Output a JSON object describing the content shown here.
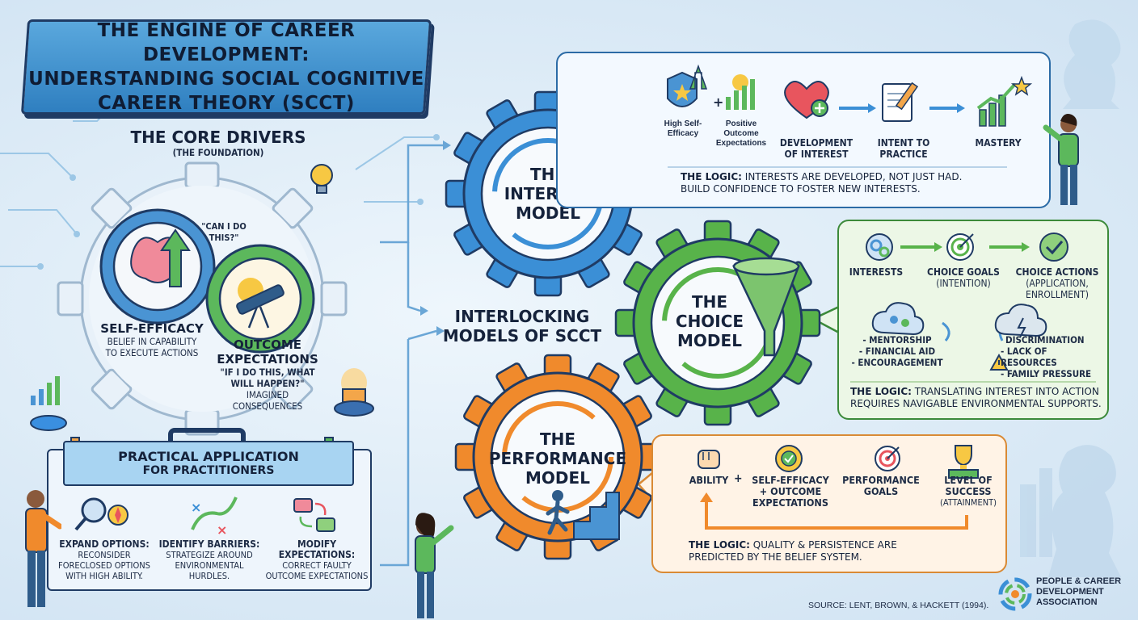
{
  "title": {
    "line1": "THE ENGINE OF CAREER DEVELOPMENT:",
    "line2": "UNDERSTANDING SOCIAL COGNITIVE",
    "line3": "CAREER THEORY (SCCT)"
  },
  "core_drivers": {
    "heading": "THE CORE DRIVERS",
    "subheading": "(THE FOUNDATION)",
    "self_efficacy": {
      "quote": "\"CAN I DO THIS?\"",
      "label": "SELF-EFFICACY",
      "desc_line1": "BELIEF IN CAPABILITY",
      "desc_line2": "TO EXECUTE ACTIONS"
    },
    "outcome": {
      "label_line1": "OUTCOME",
      "label_line2": "EXPECTATIONS",
      "quote_line1": "\"IF I DO THIS, WHAT",
      "quote_line2": "WILL HAPPEN?\"",
      "desc_line1": "IMAGINED",
      "desc_line2": "CONSEQUENCES"
    }
  },
  "center_label": {
    "line1": "INTERLOCKING",
    "line2": "MODELS OF SCCT"
  },
  "interest_model": {
    "gear_line1": "THE",
    "gear_line2": "INTEREST",
    "gear_line3": "MODEL",
    "high_self_efficacy": "High Self-Efficacy",
    "plus": "+",
    "positive_outcome": "Positive Outcome Expectations",
    "development_line1": "DEVELOPMENT",
    "development_line2": "OF INTEREST",
    "intent_line1": "INTENT TO",
    "intent_line2": "PRACTICE",
    "mastery": "MASTERY",
    "logic_label": "THE LOGIC:",
    "logic_line1": "INTERESTS ARE DEVELOPED, NOT JUST HAD.",
    "logic_line2": "BUILD CONFIDENCE TO FOSTER NEW INTERESTS."
  },
  "choice_model": {
    "gear_line1": "THE",
    "gear_line2": "CHOICE",
    "gear_line3": "MODEL",
    "interests": "INTERESTS",
    "goals_line1": "CHOICE GOALS",
    "goals_line2": "(INTENTION)",
    "actions_line1": "CHOICE ACTIONS",
    "actions_line2": "(APPLICATION,",
    "actions_line3": "ENROLLMENT)",
    "supports": [
      "- MENTORSHIP",
      "- FINANCIAL AID",
      "- ENCOURAGEMENT"
    ],
    "barriers": [
      "DISCRIMINATION",
      "- LACK OF RESOURCES",
      "- FAMILY PRESSURE"
    ],
    "logic_label": "THE LOGIC:",
    "logic_line1": "TRANSLATING INTEREST INTO ACTION",
    "logic_line2": "REQUIRES NAVIGABLE ENVIRONMENTAL SUPPORTS."
  },
  "performance_model": {
    "gear_line1": "THE",
    "gear_line2": "PERFORMANCE",
    "gear_line3": "MODEL",
    "ability": "ABILITY",
    "plus": "+",
    "efficacy_line1": "SELF-EFFICACY",
    "efficacy_line2": "+ OUTCOME",
    "efficacy_line3": "EXPECTATIONS",
    "goals_line1": "PERFORMANCE",
    "goals_line2": "GOALS",
    "success_line1": "LEVEL OF",
    "success_line2": "SUCCESS",
    "success_line3": "(ATTAINMENT)",
    "logic_label": "THE LOGIC:",
    "logic_line1": "QUALITY & PERSISTENCE ARE",
    "logic_line2": "PREDICTED BY THE BELIEF SYSTEM."
  },
  "practical": {
    "header_line1": "PRACTICAL APPLICATION",
    "header_line2": "FOR PRACTITIONERS",
    "items": [
      {
        "title": "EXPAND OPTIONS:",
        "lines": [
          "RECONSIDER",
          "FORECLOSED OPTIONS",
          "WITH HIGH ABILITY."
        ]
      },
      {
        "title": "IDENTIFY BARRIERS:",
        "lines": [
          "STRATEGIZE AROUND",
          "ENVIRONMENTAL",
          "HURDLES."
        ]
      },
      {
        "title": "MODIFY",
        "lines": [
          "EXPECTATIONS:",
          "CORRECT FAULTY",
          "OUTCOME EXPECTATIONS"
        ]
      }
    ]
  },
  "footer": {
    "source": "SOURCE: LENT, BROWN, & HACKETT (1994).",
    "org_line1": "PEOPLE & CAREER",
    "org_line2": "DEVELOPMENT",
    "org_line3": "ASSOCIATION"
  },
  "colors": {
    "interest_blue": "#3b8fd6",
    "choice_green": "#58b34a",
    "performance_orange": "#f08a2c",
    "navy": "#1f3b64"
  }
}
